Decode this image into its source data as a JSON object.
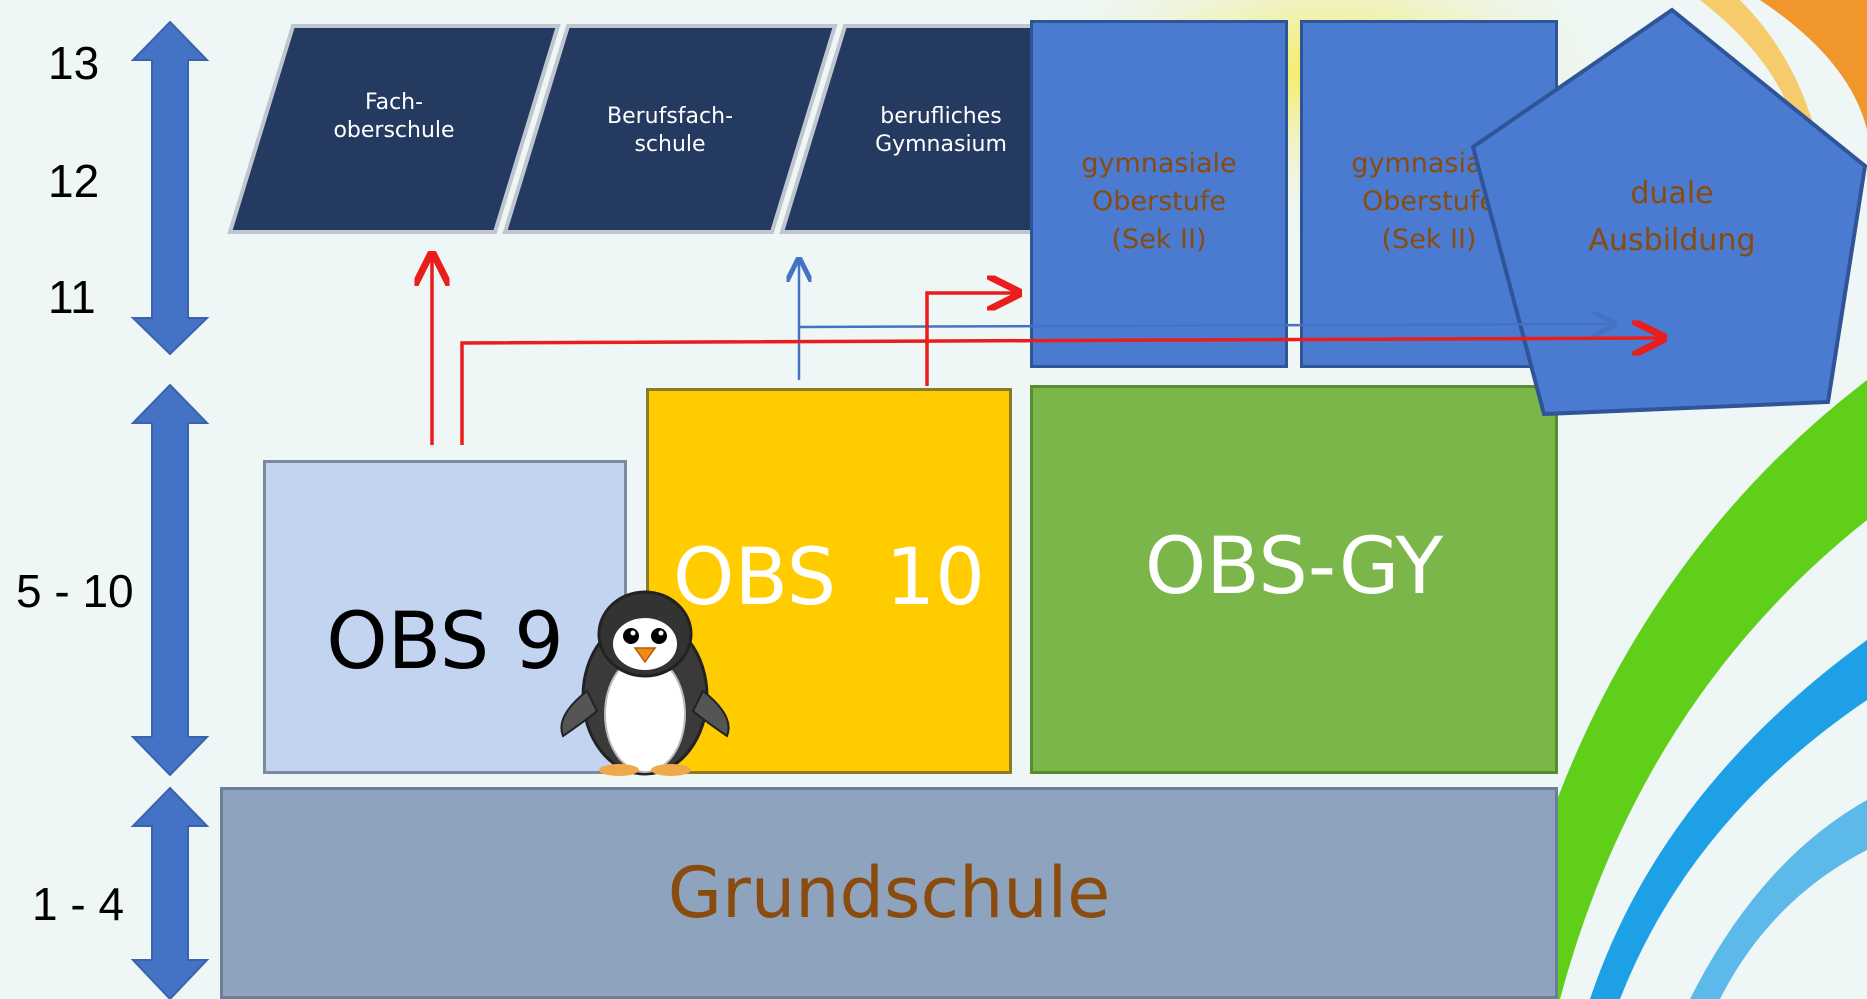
{
  "grades": {
    "g13": "13",
    "g12": "12",
    "g11": "11",
    "g5_10": "5 - 10",
    "g1_4": "1 - 4"
  },
  "upper_tracks": {
    "fachoberschule": [
      "Fach-",
      "oberschule"
    ],
    "berufsfachschule": [
      "Berufsfach-",
      "schule"
    ],
    "berufliches_gymnasium": [
      "berufliches",
      "Gymnasium"
    ]
  },
  "oberstufe": {
    "box1": [
      "gymnasiale",
      "Oberstufe",
      "(Sek II)"
    ],
    "box2": [
      "gymnasiale",
      "Oberstufe",
      "(Sek II)"
    ]
  },
  "duale": [
    "duale",
    "Ausbildung"
  ],
  "middle": {
    "obs9": "OBS 9",
    "obs10": "OBS  10",
    "obsgy": "OBS-GY"
  },
  "grundschule": "Grundschule",
  "colors": {
    "navy": "#253a60",
    "blue": "#4472c4",
    "light_blue": "#c3d4f1",
    "yellow": "#ffcc00",
    "green": "#7ab649",
    "slate": "#8ea3bd",
    "brown": "#8a4b0e",
    "red": "#ea1c1c"
  }
}
